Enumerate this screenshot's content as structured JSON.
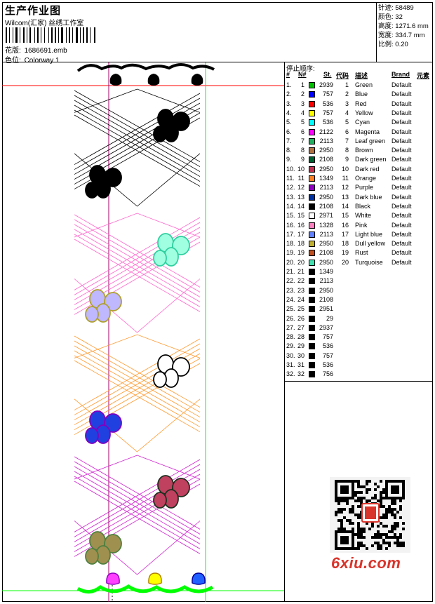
{
  "header": {
    "title": "生产作业图",
    "subtitle": "Wilcom(汇家) 丝绣工作室",
    "pattern_label": "花版:",
    "pattern_value": "1686691.emb",
    "color_label": "色位:",
    "color_value": "Colorway 1"
  },
  "stats": [
    {
      "label": "针迹:",
      "value": "58489"
    },
    {
      "label": "颜色:",
      "value": "32"
    },
    {
      "label": "高度:",
      "value": "1271.6 mm"
    },
    {
      "label": "宽度:",
      "value": "334.7 mm"
    },
    {
      "label": "比例:",
      "value": "0.20"
    }
  ],
  "sequence": {
    "title": "停止顺序:",
    "headers": {
      "num": "#",
      "no": "N#",
      "st": "St.",
      "code": "代码",
      "desc": "描述",
      "brand": "Brand",
      "elem": "元素"
    },
    "rows": [
      {
        "num": "1.",
        "no": "1",
        "color": "#00c000",
        "st": "2939",
        "code": "1",
        "desc": "Green",
        "brand": "Default"
      },
      {
        "num": "2.",
        "no": "2",
        "color": "#0000ff",
        "st": "757",
        "code": "2",
        "desc": "Blue",
        "brand": "Default"
      },
      {
        "num": "3.",
        "no": "3",
        "color": "#ff0000",
        "st": "536",
        "code": "3",
        "desc": "Red",
        "brand": "Default"
      },
      {
        "num": "4.",
        "no": "4",
        "color": "#ffff00",
        "st": "757",
        "code": "4",
        "desc": "Yellow",
        "brand": "Default"
      },
      {
        "num": "5.",
        "no": "5",
        "color": "#00ffff",
        "st": "536",
        "code": "5",
        "desc": "Cyan",
        "brand": "Default"
      },
      {
        "num": "6.",
        "no": "6",
        "color": "#ff00ff",
        "st": "2122",
        "code": "6",
        "desc": "Magenta",
        "brand": "Default"
      },
      {
        "num": "7.",
        "no": "7",
        "color": "#20b060",
        "st": "2113",
        "code": "7",
        "desc": "Leaf green",
        "brand": "Default"
      },
      {
        "num": "8.",
        "no": "8",
        "color": "#b07040",
        "st": "2950",
        "code": "8",
        "desc": "Brown",
        "brand": "Default"
      },
      {
        "num": "9.",
        "no": "9",
        "color": "#006030",
        "st": "2108",
        "code": "9",
        "desc": "Dark green",
        "brand": "Default"
      },
      {
        "num": "10.",
        "no": "10",
        "color": "#c03050",
        "st": "2950",
        "code": "10",
        "desc": "Dark red",
        "brand": "Default"
      },
      {
        "num": "11.",
        "no": "11",
        "color": "#ff8020",
        "st": "1349",
        "code": "11",
        "desc": "Orange",
        "brand": "Default"
      },
      {
        "num": "12.",
        "no": "12",
        "color": "#9000c0",
        "st": "2113",
        "code": "12",
        "desc": "Purple",
        "brand": "Default"
      },
      {
        "num": "13.",
        "no": "13",
        "color": "#0030a0",
        "st": "2950",
        "code": "13",
        "desc": "Dark blue",
        "brand": "Default"
      },
      {
        "num": "14.",
        "no": "14",
        "color": "#000000",
        "st": "2108",
        "code": "14",
        "desc": "Black",
        "brand": "Default"
      },
      {
        "num": "15.",
        "no": "15",
        "color": "#ffffff",
        "st": "2971",
        "code": "15",
        "desc": "White",
        "brand": "Default"
      },
      {
        "num": "16.",
        "no": "16",
        "color": "#ff80c0",
        "st": "1328",
        "code": "16",
        "desc": "Pink",
        "brand": "Default"
      },
      {
        "num": "17.",
        "no": "17",
        "color": "#6080ff",
        "st": "2113",
        "code": "17",
        "desc": "Light blue",
        "brand": "Default"
      },
      {
        "num": "18.",
        "no": "18",
        "color": "#c0b030",
        "st": "2950",
        "code": "18",
        "desc": "Dull yellow",
        "brand": "Default"
      },
      {
        "num": "19.",
        "no": "19",
        "color": "#c05020",
        "st": "2108",
        "code": "19",
        "desc": "Rust",
        "brand": "Default"
      },
      {
        "num": "20.",
        "no": "20",
        "color": "#40e0b0",
        "st": "2950",
        "code": "20",
        "desc": "Turquoise",
        "brand": "Default"
      },
      {
        "num": "21.",
        "no": "21",
        "color": "#000000",
        "st": "1349",
        "code": "",
        "desc": "",
        "brand": ""
      },
      {
        "num": "22.",
        "no": "22",
        "color": "#000000",
        "st": "2113",
        "code": "",
        "desc": "",
        "brand": ""
      },
      {
        "num": "23.",
        "no": "23",
        "color": "#000000",
        "st": "2950",
        "code": "",
        "desc": "",
        "brand": ""
      },
      {
        "num": "24.",
        "no": "24",
        "color": "#000000",
        "st": "2108",
        "code": "",
        "desc": "",
        "brand": ""
      },
      {
        "num": "25.",
        "no": "25",
        "color": "#000000",
        "st": "2951",
        "code": "",
        "desc": "",
        "brand": ""
      },
      {
        "num": "26.",
        "no": "26",
        "color": "#000000",
        "st": "29",
        "code": "",
        "desc": "",
        "brand": ""
      },
      {
        "num": "27.",
        "no": "27",
        "color": "#000000",
        "st": "2937",
        "code": "",
        "desc": "",
        "brand": ""
      },
      {
        "num": "28.",
        "no": "28",
        "color": "#000000",
        "st": "757",
        "code": "",
        "desc": "",
        "brand": ""
      },
      {
        "num": "29.",
        "no": "29",
        "color": "#000000",
        "st": "536",
        "code": "",
        "desc": "",
        "brand": ""
      },
      {
        "num": "30.",
        "no": "30",
        "color": "#000000",
        "st": "757",
        "code": "",
        "desc": "",
        "brand": ""
      },
      {
        "num": "31.",
        "no": "31",
        "color": "#000000",
        "st": "536",
        "code": "",
        "desc": "",
        "brand": ""
      },
      {
        "num": "32.",
        "no": "32",
        "color": "#000000",
        "st": "756",
        "code": "",
        "desc": "",
        "brand": ""
      }
    ]
  },
  "design": {
    "sections": [
      {
        "line_color": "#000000",
        "motif_fill": "#000000",
        "motif_outline": "#000000"
      },
      {
        "line_color": "#ff66cc",
        "motif_fill": "#a0ffe0",
        "motif_outline": "#30d0a0",
        "motif2_fill": "#c0b8ff",
        "motif2_outline": "#b0a030"
      },
      {
        "line_color": "#ff9a30",
        "motif_fill": "#ffffff",
        "motif_outline": "#000000",
        "motif2_fill": "#2040e0",
        "motif2_outline": "#8000c0"
      },
      {
        "line_color": "#d020d0",
        "motif_fill": "#c04060",
        "motif_outline": "#203020",
        "motif2_fill": "#a09050",
        "motif2_outline": "#508040"
      }
    ],
    "top_border_color": "#000000",
    "bottom_border_color": "#00ff00",
    "guide_red": "#ff0000",
    "guide_magenta": "#a0006a",
    "guide_green": "#00ff00"
  },
  "watermark": "6xiu.com",
  "qr_icon": "qr-code-icon"
}
